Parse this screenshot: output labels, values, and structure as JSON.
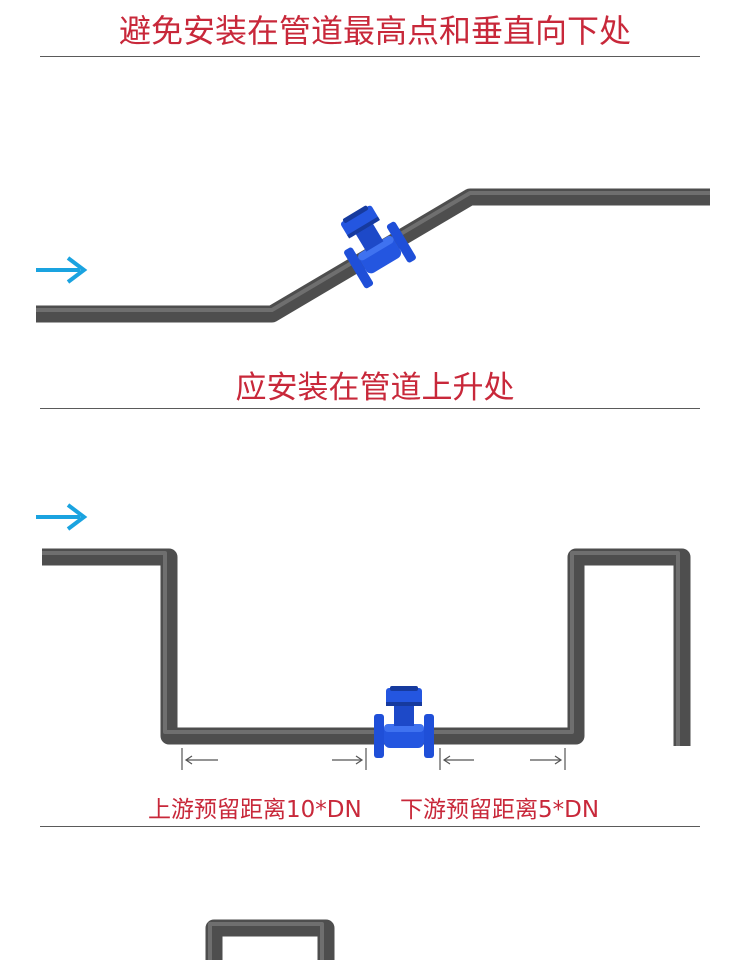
{
  "captions": {
    "avoid": "避免安装在管道最高点和垂直向下处",
    "rising": "应安装在管道上升处",
    "upstream": "上游预留距离10*DN",
    "downstream": "下游预留距离5*DN"
  },
  "colors": {
    "caption_text": "#c8283a",
    "pipe": "#565656",
    "pipe_highlight": "#8a8a8a",
    "meter_body": "#1f4fd8",
    "meter_dark": "#163a9e",
    "flow_arrow": "#1aa3e0",
    "rule": "#5a5a5a"
  },
  "icons": {
    "flow_arrow": "arrow-right-icon",
    "meter": "water-meter-icon"
  }
}
